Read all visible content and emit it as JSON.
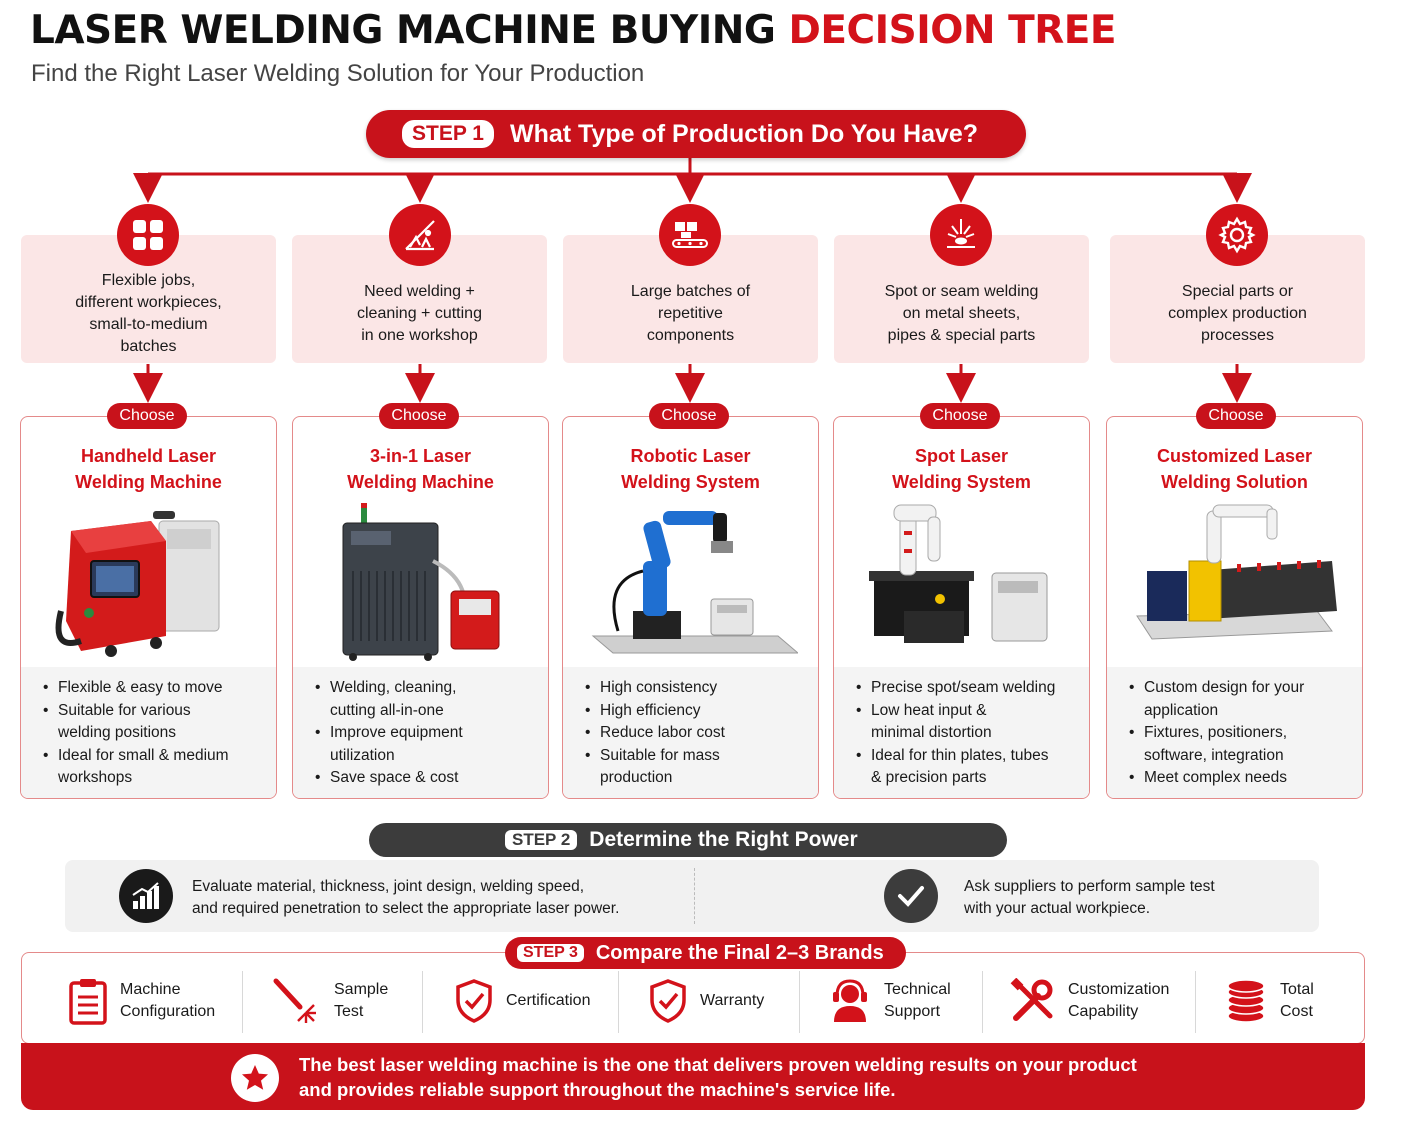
{
  "header": {
    "title_main": "LASER WELDING MACHINE BUYING ",
    "title_accent": "DECISION TREE",
    "subtitle": "Find the Right Laser Welding Solution for Your Production"
  },
  "step1": {
    "tag": "STEP 1",
    "text": "What Type of Production Do You Have?"
  },
  "columns": [
    {
      "icon": "grid-blocks-icon",
      "need": "Flexible jobs,\ndifferent workpieces,\nsmall-to-medium\nbatches",
      "choose": "Choose",
      "solution": "Handheld Laser\nWelding Machine",
      "image": "handheld-welder-image",
      "features": [
        "Flexible & easy to move",
        "Suitable for various\nwelding positions",
        "Ideal for small & medium\nworkshops"
      ]
    },
    {
      "icon": "weld-cut-icon",
      "need": "Need welding +\ncleaning + cutting\nin one workshop",
      "choose": "Choose",
      "solution": "3-in-1 Laser\nWelding Machine",
      "image": "three-in-one-machine-image",
      "features": [
        "Welding, cleaning,\ncutting all-in-one",
        "Improve equipment\nutilization",
        "Save space & cost"
      ]
    },
    {
      "icon": "conveyor-boxes-icon",
      "need": "Large batches of\nrepetitive\ncomponents",
      "choose": "Choose",
      "solution": "Robotic Laser\nWelding System",
      "image": "robotic-arm-image",
      "features": [
        "High consistency",
        "High efficiency",
        "Reduce labor cost",
        "Suitable for mass\nproduction"
      ]
    },
    {
      "icon": "spot-weld-icon",
      "need": "Spot or seam welding\non metal sheets,\npipes & special parts",
      "choose": "Choose",
      "solution": "Spot Laser\nWelding System",
      "image": "spot-welder-image",
      "features": [
        "Precise spot/seam welding",
        "Low heat input &\nminimal distortion",
        "Ideal for thin plates, tubes\n& precision parts"
      ]
    },
    {
      "icon": "gear-icon",
      "need": "Special parts or\ncomplex production\nprocesses",
      "choose": "Choose",
      "solution": "Customized Laser\nWelding Solution",
      "image": "custom-cell-image",
      "features": [
        "Custom design for your\napplication",
        "Fixtures, positioners,\nsoftware, integration",
        "Meet complex needs"
      ]
    }
  ],
  "step2": {
    "tag": "STEP 2",
    "text": "Determine the Right Power",
    "left": "Evaluate material, thickness, joint design, welding speed,\nand required penetration to select the appropriate laser power.",
    "right": "Ask suppliers to perform sample test\nwith your actual workpiece."
  },
  "step3": {
    "tag": "STEP 3",
    "text": "Compare the Final 2–3 Brands",
    "items": [
      {
        "label": "Machine\nConfiguration",
        "icon": "clipboard-icon"
      },
      {
        "label": "Sample\nTest",
        "icon": "laser-torch-icon"
      },
      {
        "label": "Certification",
        "icon": "shield-check-icon"
      },
      {
        "label": "Warranty",
        "icon": "shield-check-icon"
      },
      {
        "label": "Technical\nSupport",
        "icon": "headset-icon"
      },
      {
        "label": "Customization\nCapability",
        "icon": "wrench-screwdriver-icon"
      },
      {
        "label": "Total\nCost",
        "icon": "coin-stack-icon"
      }
    ]
  },
  "footer": {
    "text": "The best laser welding machine is the one that delivers proven welding results on your product\nand provides reliable support throughout the machine's service life.",
    "icon": "star-icon"
  },
  "colors": {
    "accent": "#d3121a",
    "dark": "#3c3c3c",
    "pink": "#fbe6e6"
  }
}
